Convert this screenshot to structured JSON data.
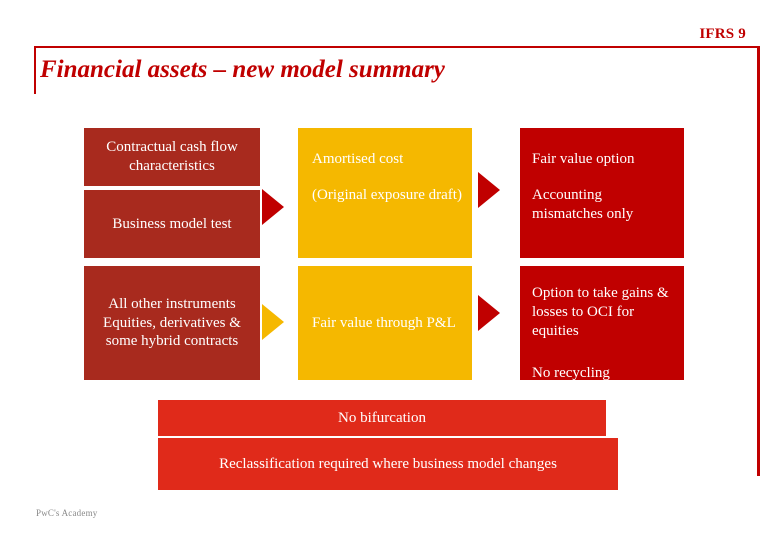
{
  "header": {
    "standard_ref": "IFRS 9",
    "title": "Financial assets – new model summary",
    "accent_color": "#c00000"
  },
  "diagram": {
    "type": "flow",
    "columns": [
      {
        "name": "criteria",
        "color": "#a82a1e",
        "boxes": [
          {
            "id": "contractual",
            "text": "Contractual cash flow characteristics"
          },
          {
            "id": "business",
            "text": "Business model test"
          },
          {
            "id": "allother",
            "text": "All other instruments Equities, derivatives & some hybrid contracts"
          }
        ]
      },
      {
        "name": "measurement",
        "color": "#f5b800",
        "boxes": [
          {
            "id": "amortised",
            "line1": "Amortised cost",
            "line2": "(Original exposure draft)"
          },
          {
            "id": "fvpl",
            "line1": "Fair value through P&L",
            "line2": ""
          }
        ]
      },
      {
        "name": "options",
        "color": "#c00000",
        "boxes": [
          {
            "id": "fvoption",
            "line1": "Fair value option",
            "line2": "Accounting mismatches only"
          },
          {
            "id": "ocioption",
            "line1": "Option to take gains & losses to OCI for equities",
            "line2": "No recycling"
          }
        ]
      }
    ],
    "notes": [
      {
        "id": "nobifurcation",
        "text": "No bifurcation",
        "color": "#e02a1a"
      },
      {
        "id": "reclassification",
        "text": "Reclassification required where business model changes",
        "color": "#e02a1a"
      }
    ],
    "arrows": [
      {
        "id": "arrow-criteria-to-amortised",
        "color": "#c00000",
        "direction": "right"
      },
      {
        "id": "arrow-criteria-to-fvpl",
        "color": "#f5b800",
        "direction": "right"
      },
      {
        "id": "arrow-amortised-to-fvoption",
        "color": "#c00000",
        "direction": "right"
      },
      {
        "id": "arrow-fvpl-to-ocioption",
        "color": "#c00000",
        "direction": "right"
      }
    ]
  },
  "footer": {
    "logo_text": "PwC's Academy"
  }
}
